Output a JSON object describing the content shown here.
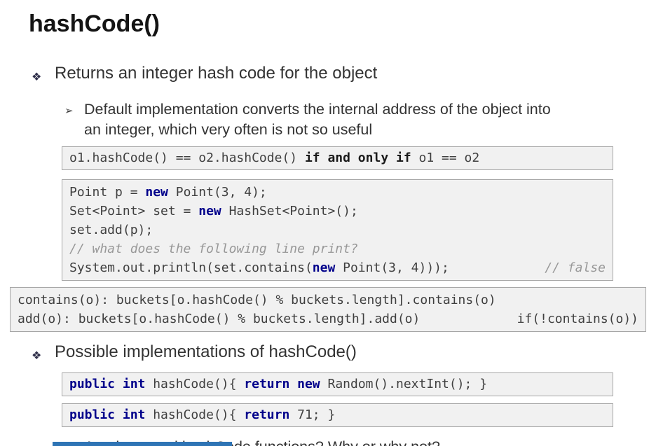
{
  "slide": {
    "title": "hashCode()",
    "bullets": {
      "b1": {
        "glyph": "❖",
        "text": "Returns an integer hash code for the object"
      },
      "sub1": {
        "glyph": "➢",
        "text": "Default implementation converts the internal address of the object into\nan integer, which very often is not so useful"
      },
      "b2": {
        "glyph": "❖",
        "text": "Possible implementations of hashCode()"
      },
      "sub2": {
        "glyph": "➢",
        "text": "Are they good hashCode functions? Why or why not?"
      }
    }
  },
  "colors": {
    "keyword": "#00008b",
    "comment": "#989898",
    "code_text": "#3f3f3f",
    "code_bg": "#f1f1f1",
    "code_border": "#a6a6a6",
    "body_text": "#333333",
    "bottom_bar": "#2e74b5"
  },
  "code_blocks": [
    {
      "name": "iff-rule",
      "lines": [
        [
          {
            "t": "o1.hashCode() == o2.hashCode() ",
            "s": "p"
          },
          {
            "t": "if and only if",
            "s": "b"
          },
          {
            "t": " o1 == o2",
            "s": "p"
          }
        ]
      ]
    },
    {
      "name": "point-hashset-example",
      "lines": [
        [
          {
            "t": "Point p = ",
            "s": "p"
          },
          {
            "t": "new",
            "s": "k"
          },
          {
            "t": " Point(3, 4);",
            "s": "p"
          }
        ],
        [
          {
            "t": "Set<Point> set = ",
            "s": "p"
          },
          {
            "t": "new",
            "s": "k"
          },
          {
            "t": " HashSet<Point>();",
            "s": "p"
          }
        ],
        [
          {
            "t": "set.add(p);",
            "s": "p"
          }
        ],
        [
          {
            "t": "// what does the following line print?",
            "s": "c"
          }
        ],
        {
          "left": [
            {
              "t": "System.out.println(set.contains(",
              "s": "p"
            },
            {
              "t": "new",
              "s": "k"
            },
            {
              "t": " Point(3, 4)));",
              "s": "p"
            }
          ],
          "right": [
            {
              "t": "// false",
              "s": "c"
            }
          ]
        }
      ]
    },
    {
      "name": "buckets-pseudocode",
      "lines": [
        [
          {
            "t": "contains(o): buckets[o.hashCode() % buckets.length].contains(o)",
            "s": "p"
          }
        ],
        {
          "left": [
            {
              "t": "add(o): buckets[o.hashCode() % buckets.length].add(o)",
              "s": "p"
            }
          ],
          "right": [
            {
              "t": "if(!contains(o))",
              "s": "p"
            }
          ]
        }
      ]
    },
    {
      "name": "impl-random",
      "lines": [
        [
          {
            "t": "public int",
            "s": "k"
          },
          {
            "t": " hashCode(){ ",
            "s": "p"
          },
          {
            "t": "return new",
            "s": "k"
          },
          {
            "t": " Random().nextInt(); }",
            "s": "p"
          }
        ]
      ]
    },
    {
      "name": "impl-constant",
      "lines": [
        [
          {
            "t": "public int",
            "s": "k"
          },
          {
            "t": " hashCode(){ ",
            "s": "p"
          },
          {
            "t": "return",
            "s": "k"
          },
          {
            "t": " 71; }",
            "s": "p"
          }
        ]
      ]
    }
  ]
}
